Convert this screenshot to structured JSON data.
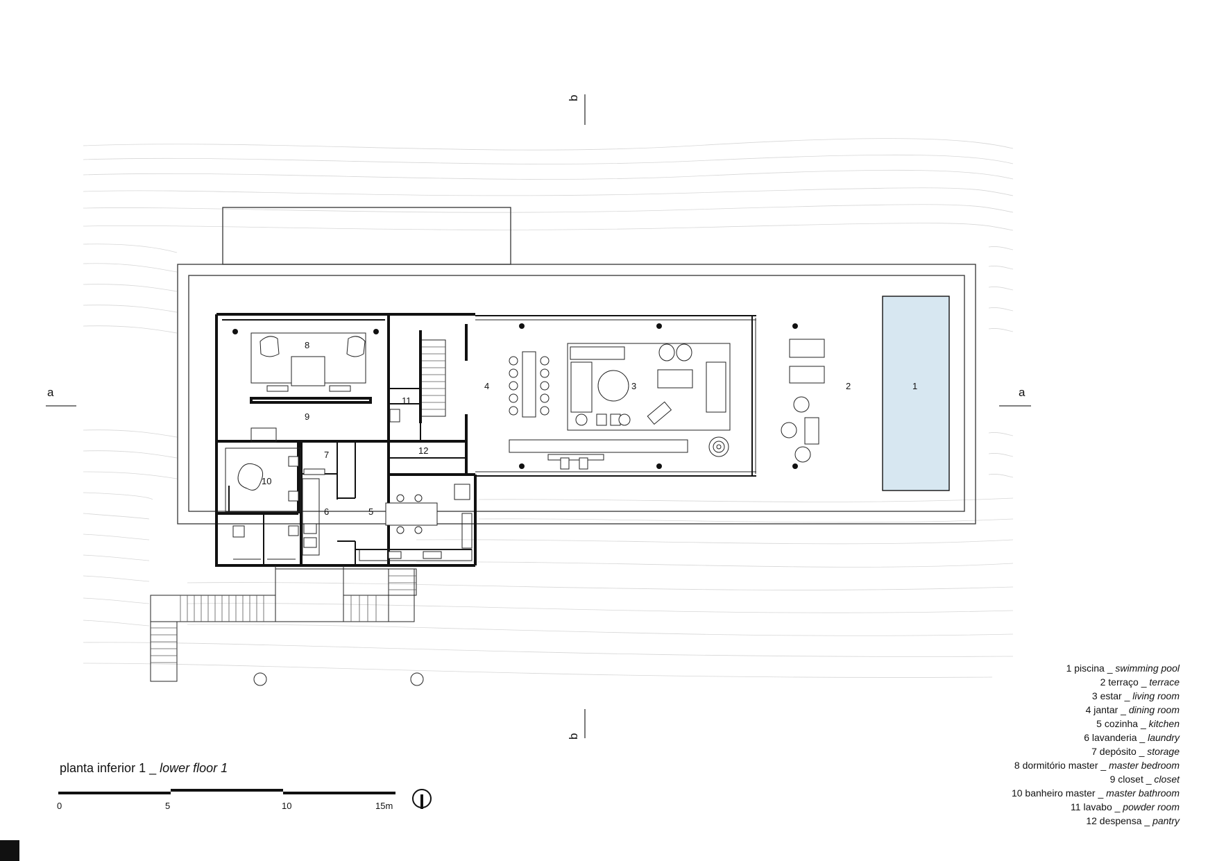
{
  "drawing": {
    "title_pt": "planta inferior 1 _ ",
    "title_en": "lower floor 1",
    "section_markers": {
      "a": "a",
      "b": "b"
    },
    "scale_bar": {
      "ticks": [
        "0",
        "5",
        "10",
        "15m"
      ]
    }
  },
  "room_numbers": {
    "r1": "1",
    "r2": "2",
    "r3": "3",
    "r4": "4",
    "r5": "5",
    "r6": "6",
    "r7": "7",
    "r8": "8",
    "r9": "9",
    "r10": "10",
    "r11": "11",
    "r12": "12"
  },
  "legend": [
    {
      "pt": "1  piscina _ ",
      "en": "swimming pool"
    },
    {
      "pt": "2  terraço _ ",
      "en": "terrace"
    },
    {
      "pt": "3  estar _ ",
      "en": "living room"
    },
    {
      "pt": "4  jantar _ ",
      "en": "dining room"
    },
    {
      "pt": "5  cozinha _ ",
      "en": "kitchen"
    },
    {
      "pt": "6 lavanderia _ ",
      "en": "laundry"
    },
    {
      "pt": "7 depósito _ ",
      "en": "storage"
    },
    {
      "pt": "8 dormitório master _ ",
      "en": "master bedroom"
    },
    {
      "pt": "9 closet _ ",
      "en": "closet"
    },
    {
      "pt": "10 banheiro master _ ",
      "en": "master bathroom"
    },
    {
      "pt": "11 lavabo  _ ",
      "en": "powder room"
    },
    {
      "pt": "12 despensa _ ",
      "en": "pantry"
    }
  ],
  "colors": {
    "pool_water": "#d7e7f1",
    "ink": "#111111",
    "contour": "#d6d6d6"
  }
}
